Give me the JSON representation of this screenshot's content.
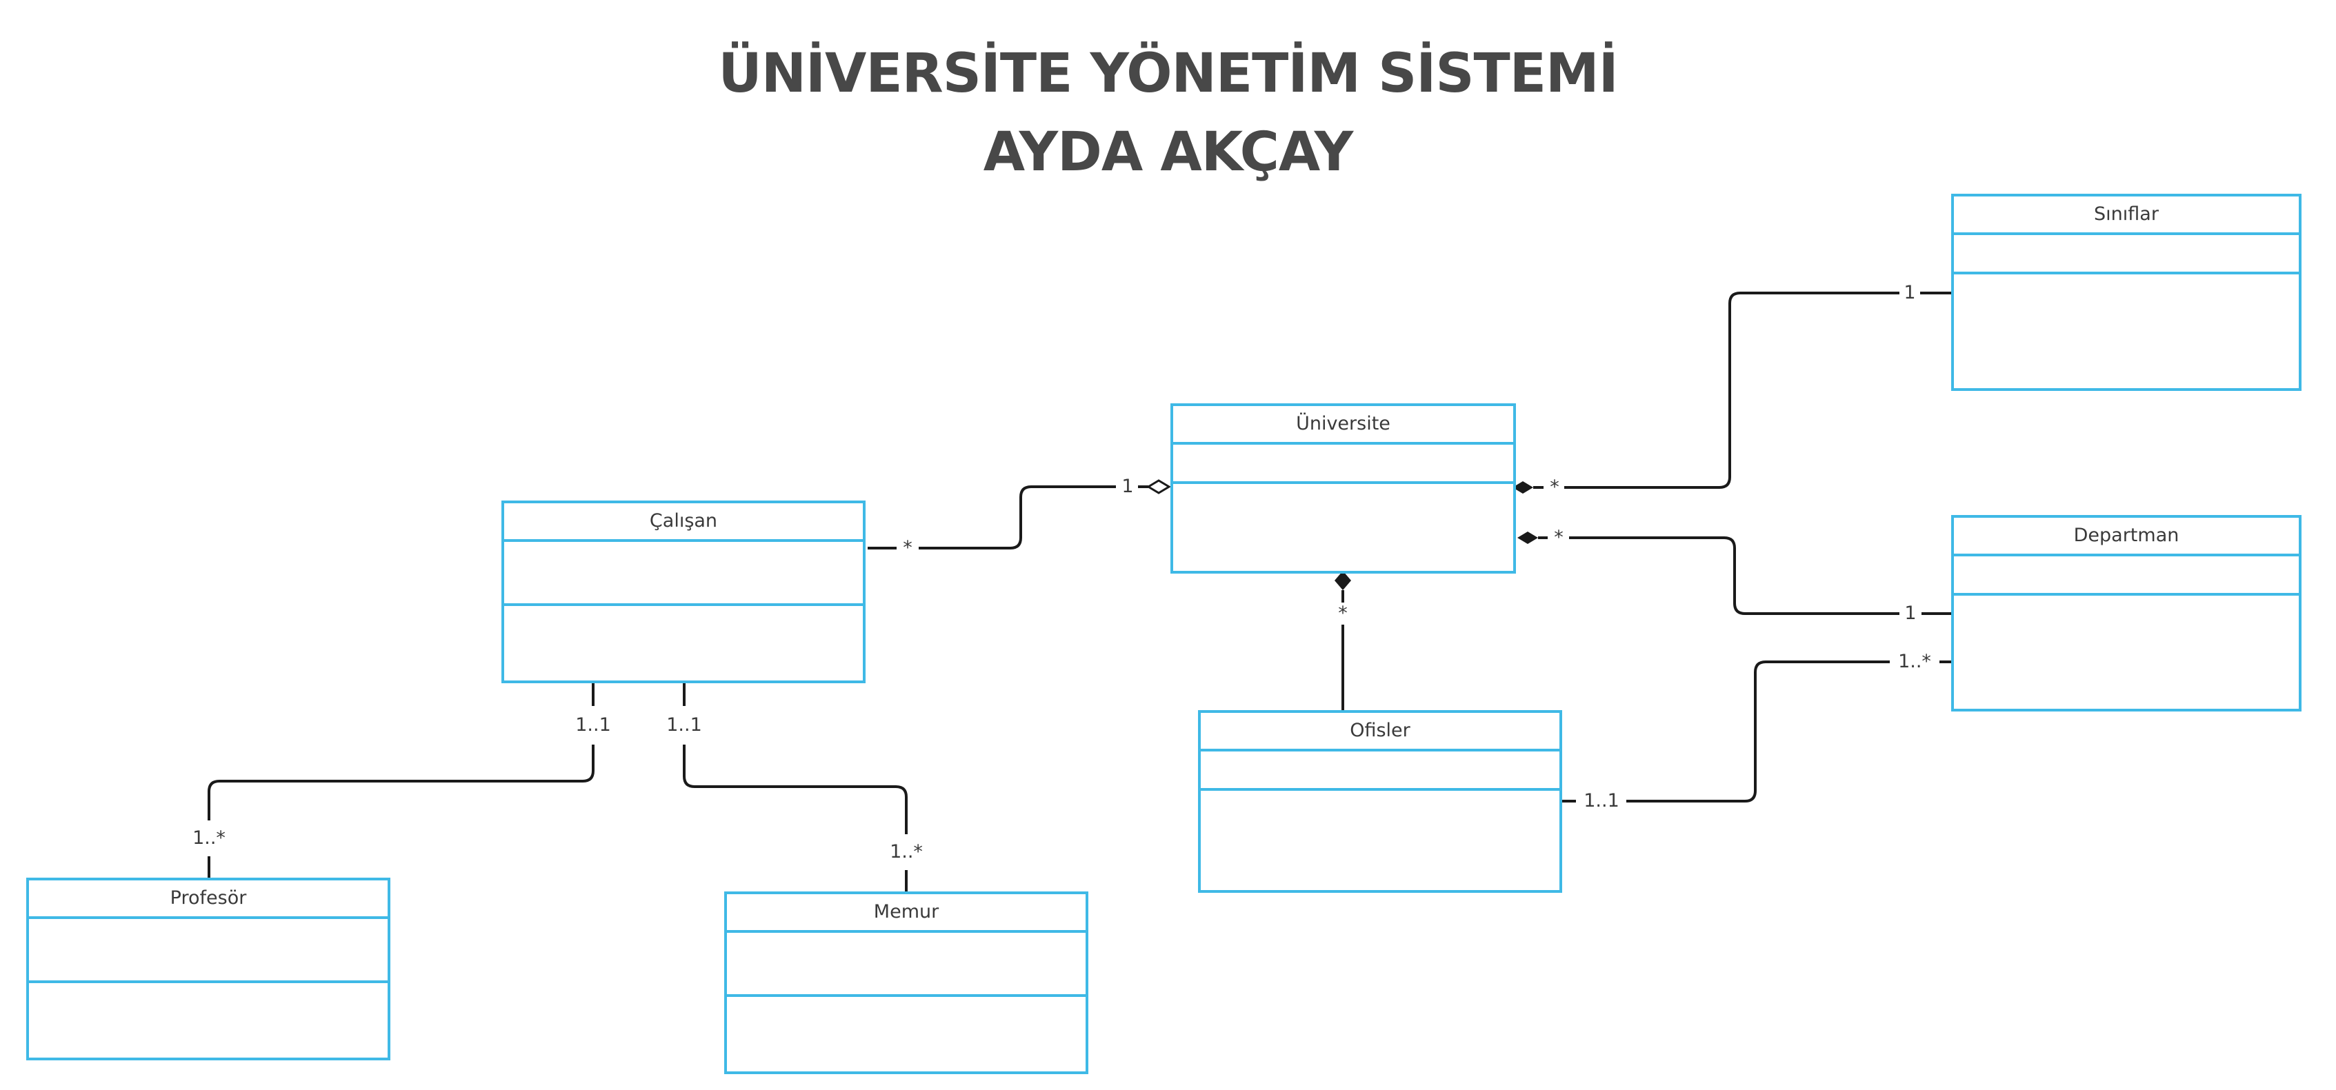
{
  "diagram": {
    "title": "ÜNİVERSİTE YÖNETİM SİSTEMİ",
    "subtitle": "AYDA AKÇAY",
    "line_color": "#1a1a1a",
    "class_border_color": "#3fb9e6",
    "classes": {
      "universite": {
        "name": "Üniversite"
      },
      "calisan": {
        "name": "Çalışan"
      },
      "siniflar": {
        "name": "Sınıflar"
      },
      "departman": {
        "name": "Departman"
      },
      "ofisler": {
        "name": "Ofisler"
      },
      "profesor": {
        "name": "Profesör"
      },
      "memur": {
        "name": "Memur"
      }
    },
    "associations": [
      {
        "id": "calisan-universite",
        "kind": "aggregation",
        "from": "Çalışan",
        "to": "Üniversite",
        "from_mult": "*",
        "to_mult": "1"
      },
      {
        "id": "universite-siniflar",
        "kind": "composition",
        "from": "Üniversite",
        "to": "Sınıflar",
        "from_mult": "*",
        "to_mult": "1"
      },
      {
        "id": "universite-departman",
        "kind": "composition",
        "from": "Üniversite",
        "to": "Departman",
        "from_mult": "*",
        "to_mult": "1"
      },
      {
        "id": "universite-ofisler",
        "kind": "composition",
        "from": "Üniversite",
        "to": "Ofisler",
        "from_mult": "*",
        "to_mult": ""
      },
      {
        "id": "ofisler-departman",
        "kind": "association",
        "from": "Ofisler",
        "to": "Departman",
        "from_mult": "1..1",
        "to_mult": "1..*"
      },
      {
        "id": "calisan-profesor",
        "kind": "association",
        "from": "Çalışan",
        "to": "Profesör",
        "from_mult": "1..1",
        "to_mult": "1..*"
      },
      {
        "id": "calisan-memur",
        "kind": "association",
        "from": "Çalışan",
        "to": "Memur",
        "from_mult": "1..1",
        "to_mult": "1..*"
      }
    ]
  }
}
